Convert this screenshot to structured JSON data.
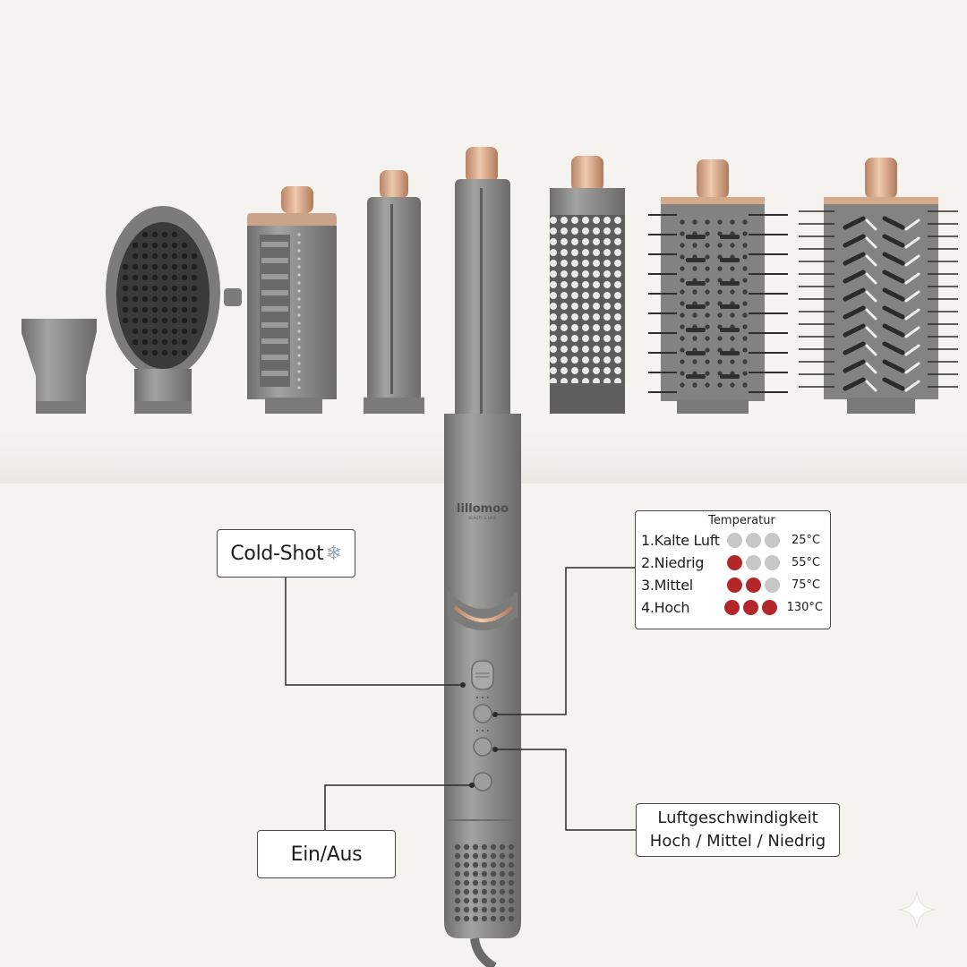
{
  "product": {
    "brand": "lillomoo",
    "brand_tagline": "BEAUTY & HAIR"
  },
  "callouts": {
    "cold_shot": {
      "label": "Cold-Shot",
      "icon": "snowflake-icon"
    },
    "power": {
      "label": "Ein/Aus"
    },
    "airspeed": {
      "line1": "Luftgeschwindigkeit",
      "line2": "Hoch / Mittel / Niedrig"
    },
    "temperature": {
      "title": "Temperatur",
      "levels": [
        {
          "name": "1.Kalte Luft",
          "active": 0,
          "value": "25°C"
        },
        {
          "name": "2.Niedrig",
          "active": 1,
          "value": "55°C"
        },
        {
          "name": "3.Mittel",
          "active": 2,
          "value": "75°C"
        },
        {
          "name": "4.Hoch",
          "active": 3,
          "value": "130°C"
        }
      ]
    }
  },
  "colors": {
    "body_gray": "#8a8a88",
    "dark_gray": "#5f5f5e",
    "rose_gold": "#d9a88a",
    "indicator_on": "#b3262a",
    "indicator_off": "#c7c7c7"
  }
}
